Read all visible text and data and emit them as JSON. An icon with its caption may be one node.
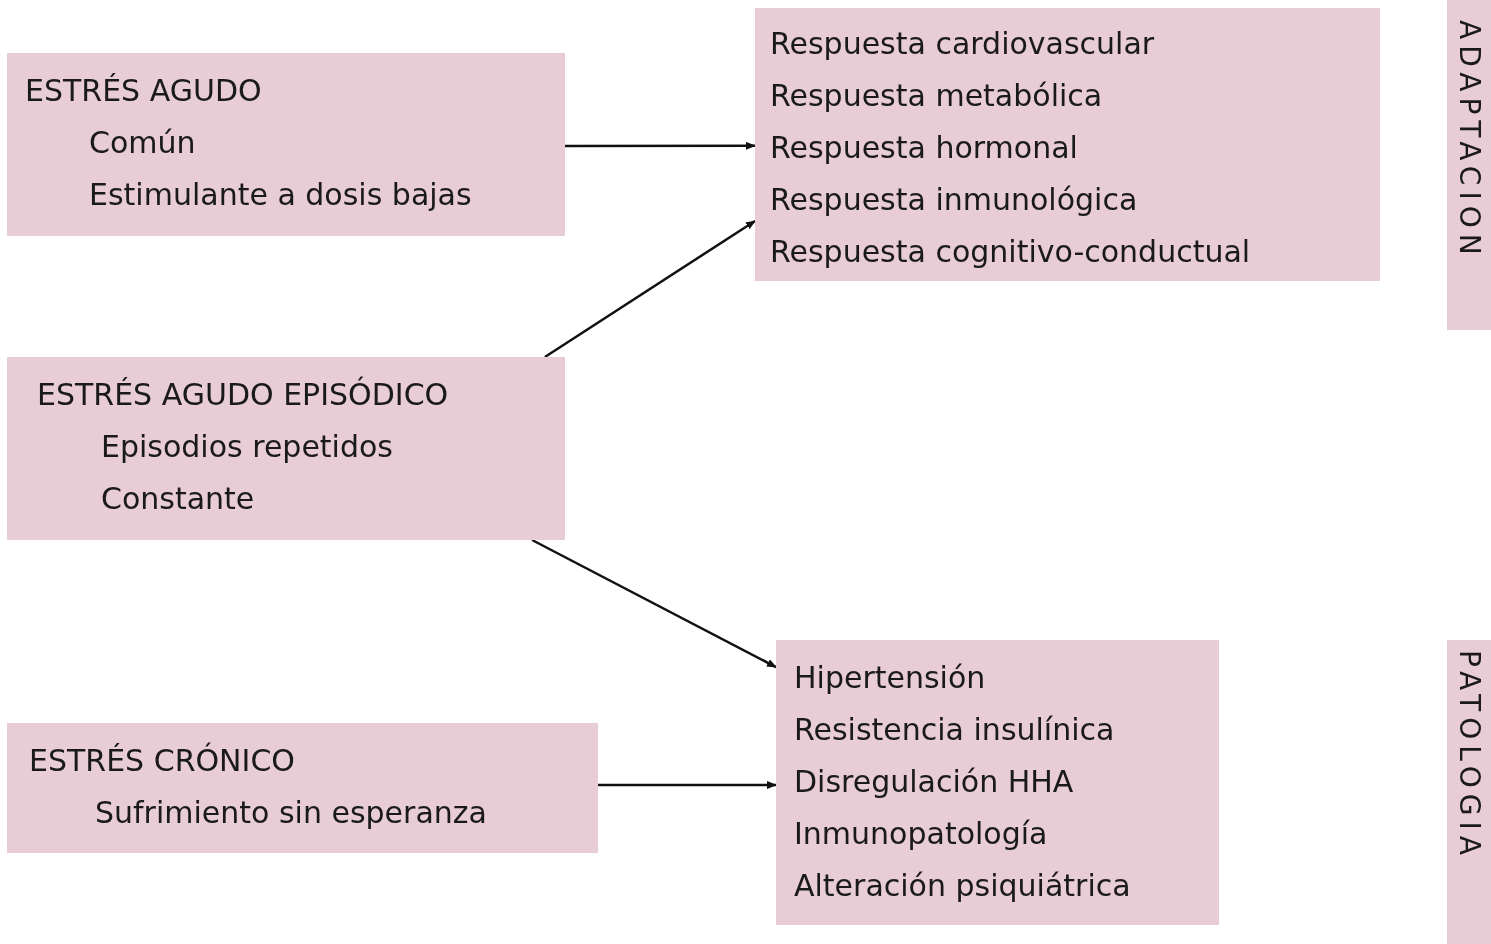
{
  "diagram": {
    "nodes": [
      {
        "text": [
          "ESTRÉS AGUDO",
          "Común",
          "Estimulante a dosis bajas"
        ]
      },
      {
        "text": [
          "Respuesta cardiovascular",
          "Respuesta metabólica",
          "Respuesta hormonal",
          "Respuesta inmunológica",
          "Respuesta cognitivo-conductual"
        ]
      },
      {
        "text": [
          "ADAPTACION"
        ]
      },
      {
        "text": [
          "ESTRÉS AGUDO EPISÓDICO",
          "Episodios repetidos",
          "Constante"
        ]
      },
      {
        "text": [
          "Hipertensión",
          "Resistencia insulínica",
          "Disregulación HHA",
          "Inmunopatología",
          "Alteración psiquiátrica"
        ]
      },
      {
        "text": [
          "ESTRÉS CRÓNICO",
          "Sufrimiento sin esperanza"
        ]
      },
      {
        "text": [
          "PATOLOGIA"
        ]
      }
    ],
    "edges": [
      {
        "from": 0,
        "to": 1,
        "arrow": "to"
      },
      {
        "from": 3,
        "to": 1,
        "arrow": "to"
      },
      {
        "from": 3,
        "to": 4,
        "arrow": "to"
      },
      {
        "from": 5,
        "to": 4,
        "arrow": "to"
      }
    ]
  }
}
